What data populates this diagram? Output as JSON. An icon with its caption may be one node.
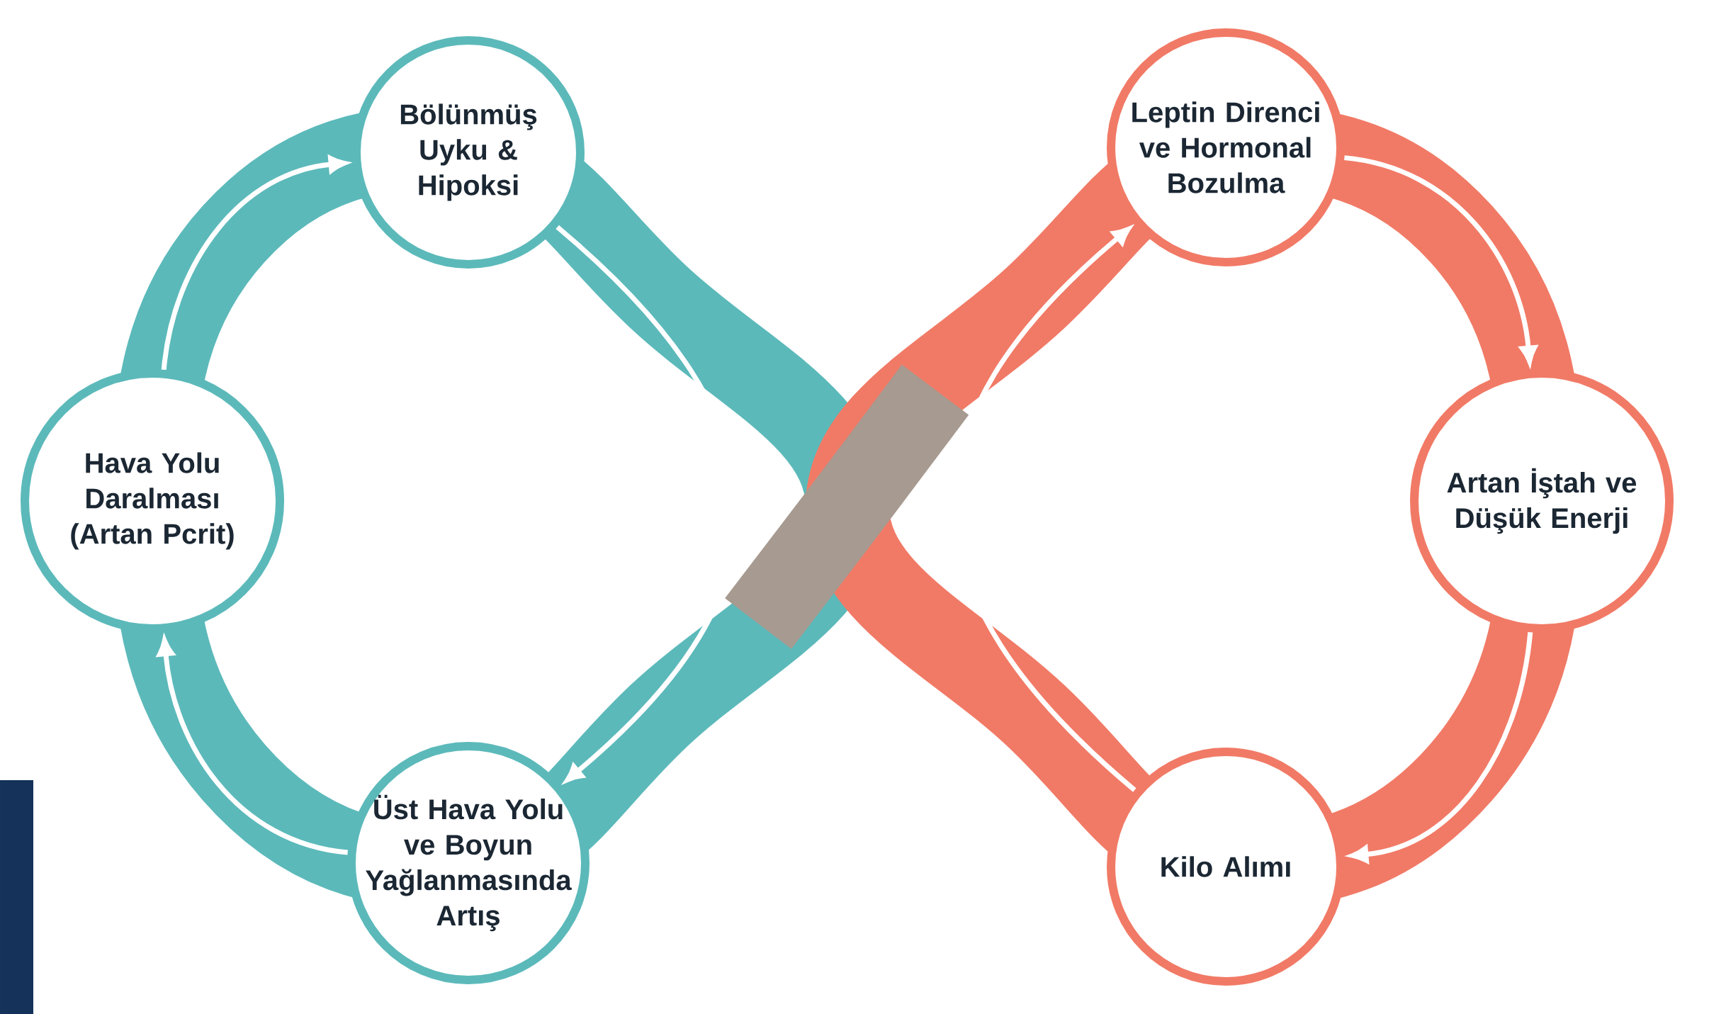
{
  "diagram": {
    "nodes": [
      {
        "text": [
          "Hava Yolu Daralması (Artan Pcrit)"
        ]
      },
      {
        "text": [
          "Bölünmüş Uyku & Hipoksi"
        ]
      },
      {
        "text": [
          "Üst Hava Yolu ve Boyun Yağlanmasında Artış"
        ]
      },
      {
        "text": [
          "Leptin Direnci ve Hormonal Bozulma"
        ]
      },
      {
        "text": [
          "Artan İştah ve Düşük Enerji"
        ]
      },
      {
        "text": [
          "Kilo Alımı"
        ]
      }
    ],
    "edges": [
      {
        "from": 0,
        "to": 1,
        "arrow": "to"
      },
      {
        "from": 1,
        "to": 2,
        "arrow": "to"
      },
      {
        "from": 2,
        "to": 0,
        "arrow": "to"
      },
      {
        "from": 3,
        "to": 4,
        "arrow": "to"
      },
      {
        "from": 4,
        "to": 5,
        "arrow": "to"
      },
      {
        "from": 5,
        "to": 3,
        "arrow": "to"
      }
    ]
  }
}
